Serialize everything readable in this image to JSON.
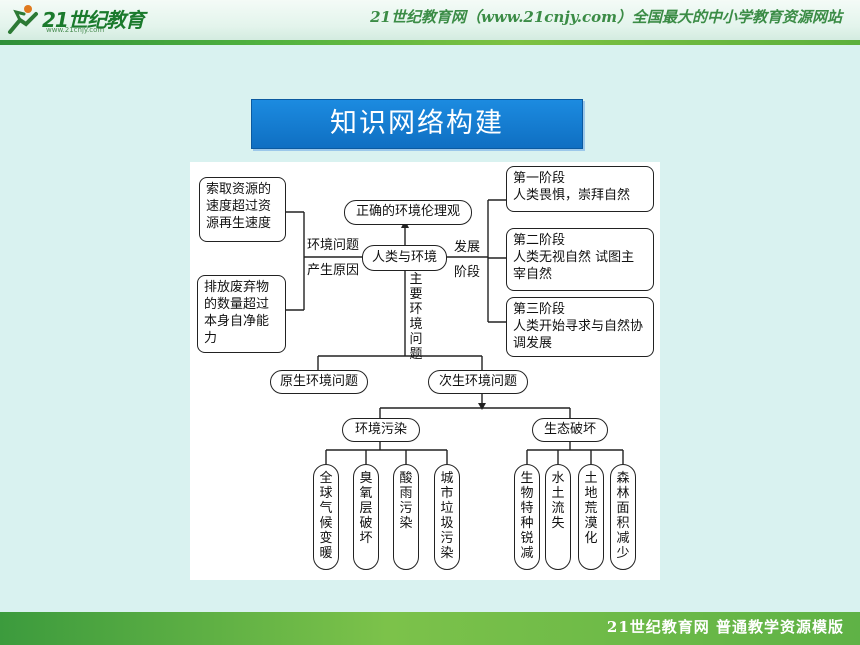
{
  "header": {
    "logo_main": "21世纪教育",
    "logo_sub": "www.21cnjy.com",
    "slogan": "21世纪教育网（www.21cnjy.com）全国最大的中小学教育资源网站"
  },
  "footer": {
    "text": "21世纪教育网    普通教学资源模版"
  },
  "title": "知识网络构建",
  "diagram": {
    "center": "人类与环境",
    "ethics": "正确的环境伦理观",
    "cause_resource": "索取资源的速度超过资源再生速度",
    "cause_waste": "排放废弃物的数量超过本身自净能力",
    "edge_problem": "环境问题",
    "edge_cause": "产生原因",
    "edge_develop": "发展",
    "edge_stage": "阶段",
    "edge_main": [
      "主",
      "要",
      "环",
      "境",
      "问",
      "题"
    ],
    "stage1_title": "第一阶段",
    "stage1_text": "人类畏惧，崇拜自然",
    "stage2_title": "第二阶段",
    "stage2_text": "人类无视自然 试图主宰自然",
    "stage3_title": "第三阶段",
    "stage3_text": "人类开始寻求与自然协调发展",
    "primary": "原生环境问题",
    "secondary": "次生环境问题",
    "pollution": "环境污染",
    "eco": "生态破坏",
    "pollution_items": [
      [
        "全",
        "球",
        "气",
        "候",
        "变",
        "暖"
      ],
      [
        "臭",
        "氧",
        "层",
        "破",
        "坏"
      ],
      [
        "酸",
        "雨",
        "污",
        "染"
      ],
      [
        "城",
        "市",
        "垃",
        "圾",
        "污",
        "染"
      ]
    ],
    "eco_items": [
      [
        "生",
        "物",
        "特",
        "种",
        "锐",
        "减"
      ],
      [
        "水",
        "土",
        "流",
        "失"
      ],
      [
        "土",
        "地",
        "荒",
        "漠",
        "化"
      ],
      [
        "森",
        "林",
        "面",
        "积",
        "减",
        "少"
      ]
    ]
  }
}
